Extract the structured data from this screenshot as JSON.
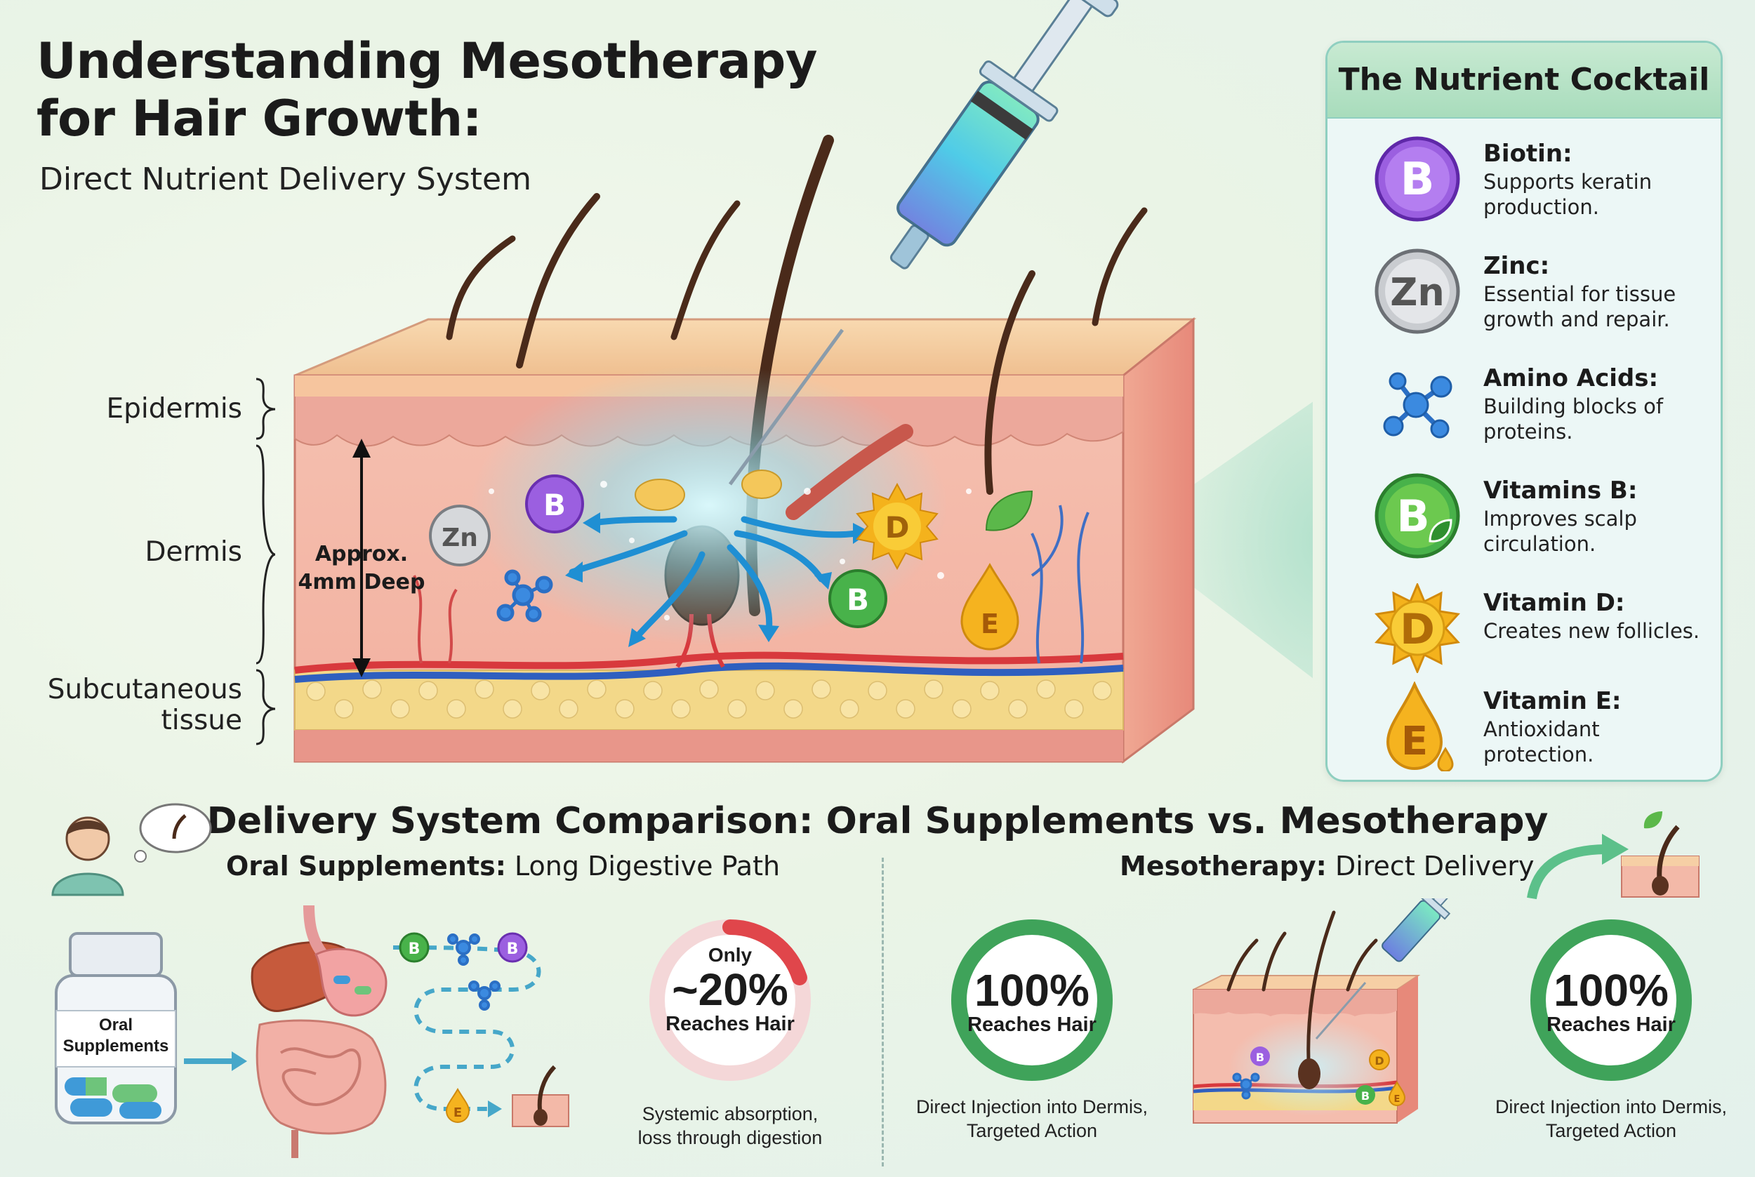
{
  "header": {
    "title_line1": "Understanding Mesotherapy",
    "title_line2": "for Hair Growth:",
    "subtitle": "Direct Nutrient Delivery System"
  },
  "skin_diagram": {
    "layers": [
      "Epidermis",
      "Dermis",
      "Subcutaneous",
      "tissue"
    ],
    "depth_label_line1": "Approx.",
    "depth_label_line2": "4mm Deep",
    "particle_letters": {
      "zinc": "Zn",
      "biotin": "B",
      "vitamin_b": "B",
      "vitamin_d": "D",
      "vitamin_e": "E"
    }
  },
  "nutrient_panel": {
    "title": "The Nutrient Cocktail",
    "items": [
      {
        "name": "Biotin:",
        "desc": "Supports keratin production.",
        "symbol": "B",
        "icon": "biotin-orb-icon",
        "color": "#8a3fd1"
      },
      {
        "name": "Zinc:",
        "desc": "Essential for tissue growth and repair.",
        "symbol": "Zn",
        "icon": "zinc-orb-icon",
        "color": "#8f9398"
      },
      {
        "name": "Amino Acids:",
        "desc": "Building blocks of proteins.",
        "symbol": "",
        "icon": "molecule-icon",
        "color": "#2b86d6"
      },
      {
        "name": "Vitamins B:",
        "desc": "Improves scalp circulation.",
        "symbol": "B",
        "icon": "vitamin-b-leaf-icon",
        "color": "#3aa53a"
      },
      {
        "name": "Vitamin D:",
        "desc": "Creates new follicles.",
        "symbol": "D",
        "icon": "sun-icon",
        "color": "#f1a712"
      },
      {
        "name": "Vitamin E:",
        "desc": "Antioxidant protection.",
        "symbol": "E",
        "icon": "oil-drop-icon",
        "color": "#f0a21a"
      }
    ]
  },
  "comparison": {
    "title": "Delivery System Comparison: Oral Supplements vs. Mesotherapy",
    "oral": {
      "label_bold": "Oral Supplements:",
      "label_rest": " Long Digestive Path",
      "bottle_line1": "Oral",
      "bottle_line2": "Supplements",
      "ring_top": "Only",
      "ring_pct": "~20%",
      "ring_bottom": "Reaches Hair",
      "percent_value": 20,
      "caption_line1": "Systemic absorption,",
      "caption_line2": "loss through digestion",
      "path_letters": [
        "B",
        "B",
        "E"
      ]
    },
    "meso": {
      "label_bold": "Mesotherapy:",
      "label_rest": " Direct Delivery",
      "ring_pct": "100%",
      "ring_bottom": "Reaches Hair",
      "percent_value": 100,
      "caption_line1": "Direct Injection into Dermis,",
      "caption_line2": "Targeted Action",
      "mini_letters": [
        "B",
        "B",
        "D",
        "E"
      ]
    },
    "meso2": {
      "ring_pct": "100%",
      "ring_bottom": "Reaches Hair",
      "caption_line1": "Direct Injection into Dermis,",
      "caption_line2": "Targeted Action"
    }
  },
  "colors": {
    "skin": "#f3b9a8",
    "epidermis": "#f7cda5",
    "fat": "#f4d888",
    "ring_low": "#e0464b",
    "ring_full": "#3fa35a",
    "accent": "#1f8fd3"
  }
}
